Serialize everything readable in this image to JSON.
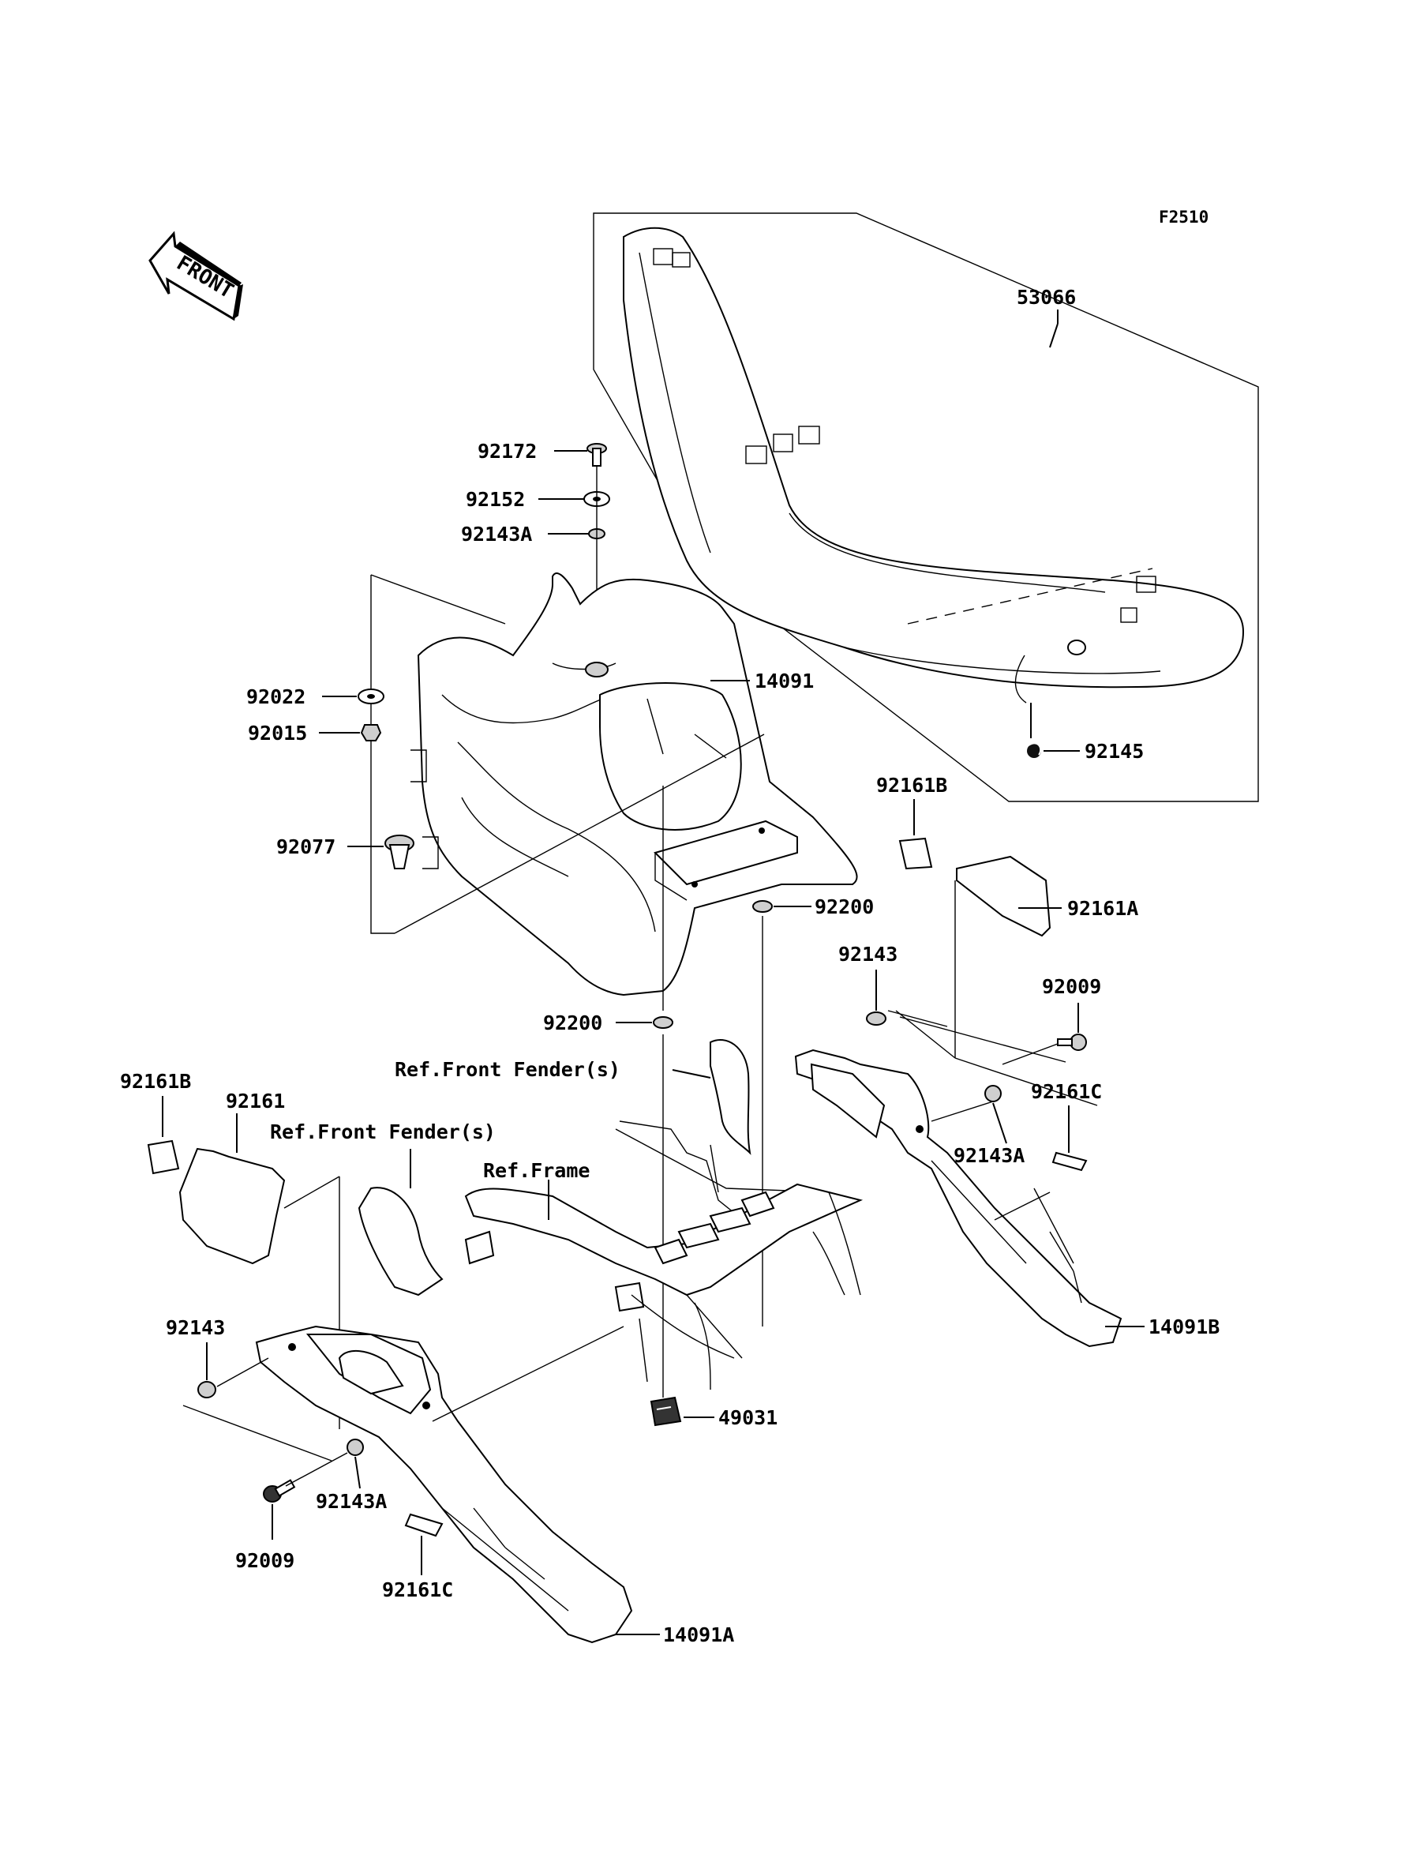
{
  "figure_code": "F2510",
  "front_arrow": {
    "text": "FRONT",
    "icon": "front-arrow-icon"
  },
  "parts": {
    "seat": "53066",
    "screw_top": "92172",
    "washer_top": "92152",
    "grommet_top": "92143A",
    "cover_main": "14091",
    "washer_left": "92022",
    "nut_left": "92015",
    "clip_left": "92077",
    "spring_seat": "92145",
    "pad_right_small": "92161B",
    "pad_right_large": "92161A",
    "collar_upper": "92200",
    "collar_lower": "92200",
    "grommet_right": "92143",
    "bolt_right": "92009",
    "pad_right_strip": "92161C",
    "grommet_right_a": "92143A",
    "cover_right": "14091B",
    "pad_left_small": "92161B",
    "pad_left_large": "92161",
    "nut_frame": "49031",
    "grommet_left": "92143",
    "grommet_left_a": "92143A",
    "bolt_left": "92009",
    "pad_left_strip": "92161C",
    "cover_left": "14091A"
  },
  "references": {
    "front_fender_right": "Ref.Front Fender(s)",
    "front_fender_left": "Ref.Front Fender(s)",
    "frame": "Ref.Frame"
  }
}
